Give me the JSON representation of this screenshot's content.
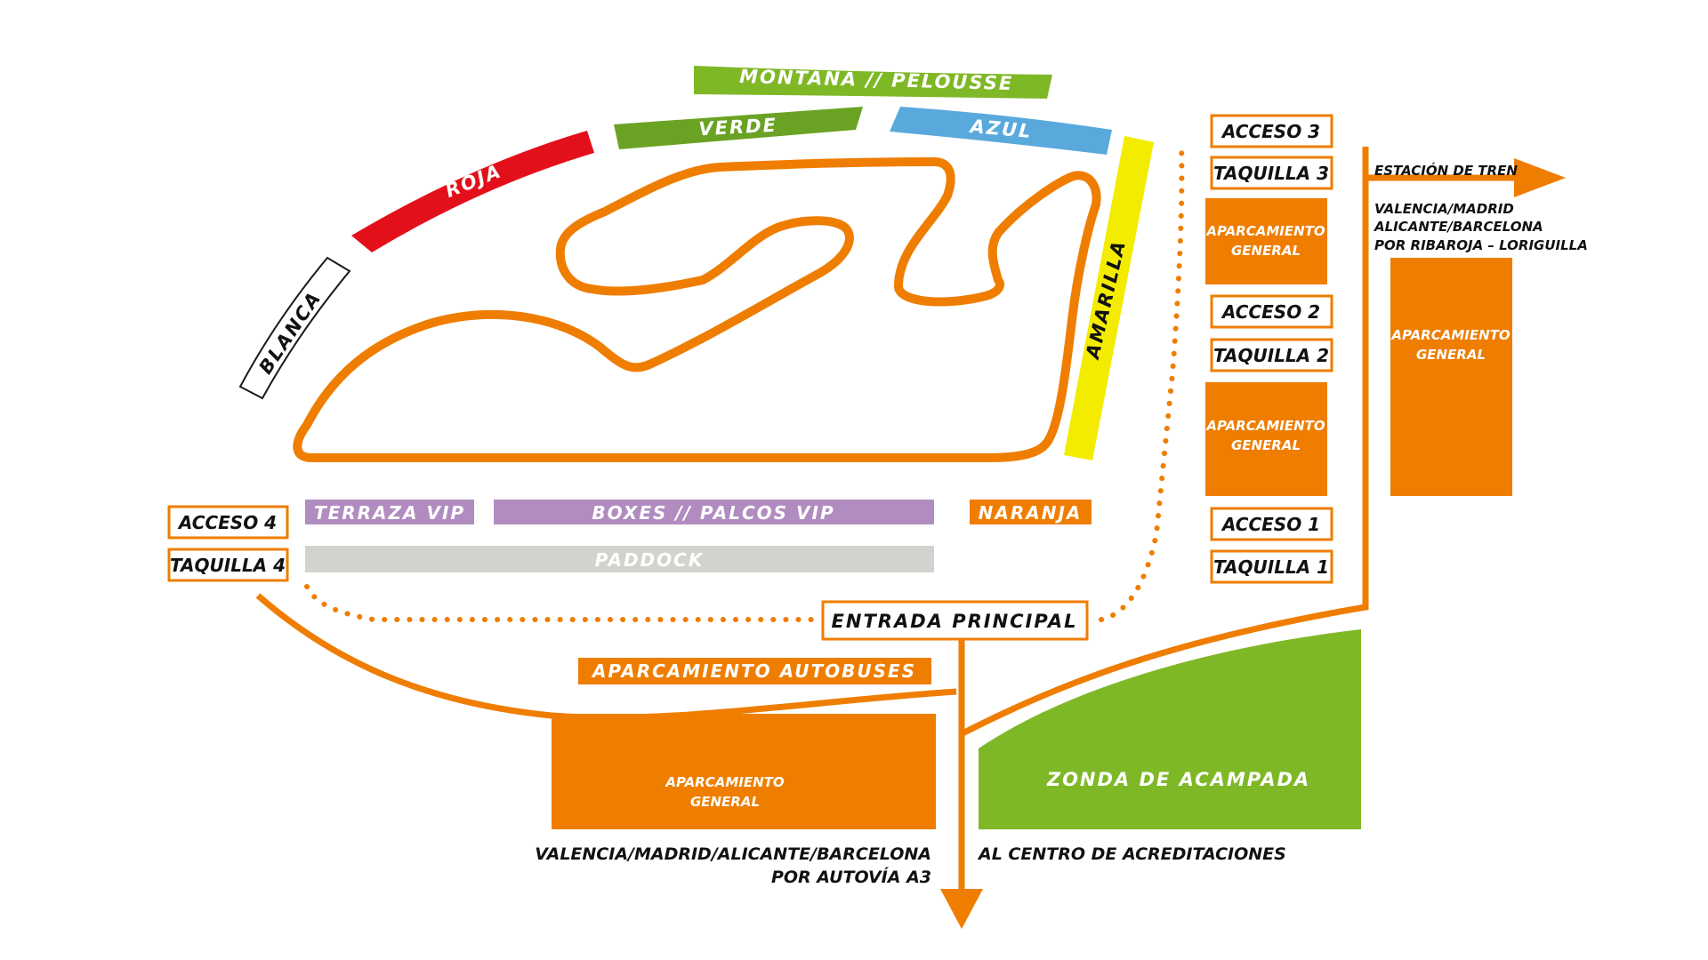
{
  "colors": {
    "orange": "#ef7d00",
    "red": "#e3101b",
    "green_dark": "#6aa323",
    "green_light": "#7fb826",
    "blue": "#5aa9dc",
    "yellow": "#f3ec00",
    "purple": "#b08cc0",
    "grey": "#d2d3ce",
    "white": "#ffffff",
    "text_dark": "#1a1a1a"
  },
  "grandstands": {
    "montana": "MONTAÑA // PELOUSSE",
    "verde": "VERDE",
    "azul": "AZUL",
    "roja": "ROJA",
    "blanca": "BLANCA",
    "amarilla": "AMARILLA",
    "terraza_vip": "TERRAZA VIP",
    "boxes": "BOXES // PALCOS VIP",
    "naranja": "NARANJA",
    "paddock": "PADDOCK"
  },
  "access": {
    "acceso1": "ACCESO 1",
    "acceso2": "ACCESO 2",
    "acceso3": "ACCESO 3",
    "acceso4": "ACCESO 4",
    "taquilla1": "TAQUILLA 1",
    "taquilla2": "TAQUILLA 2",
    "taquilla3": "TAQUILLA 3",
    "taquilla4": "TAQUILLA 4",
    "entrada_principal": "ENTRADA PRINCIPAL"
  },
  "parking": {
    "line1": "APARCAMIENTO",
    "line2": "GENERAL",
    "autobuses": "APARCAMIENTO AUTOBUSES",
    "acampada": "ZONDA DE ACAMPADA"
  },
  "directions": {
    "estacion": "ESTACIÓN DE TREN",
    "right_line1": "VALENCIA/MADRID",
    "right_line2": "ALICANTE/BARCELONA",
    "right_line3": "POR RIBAROJA – LORIGUILLA",
    "bottom_line1": "VALENCIA/MADRID/ALICANTE/BARCELONA",
    "bottom_line2": "POR AUTOVÍA A3",
    "acreditaciones": "AL CENTRO DE ACREDITACIONES"
  }
}
